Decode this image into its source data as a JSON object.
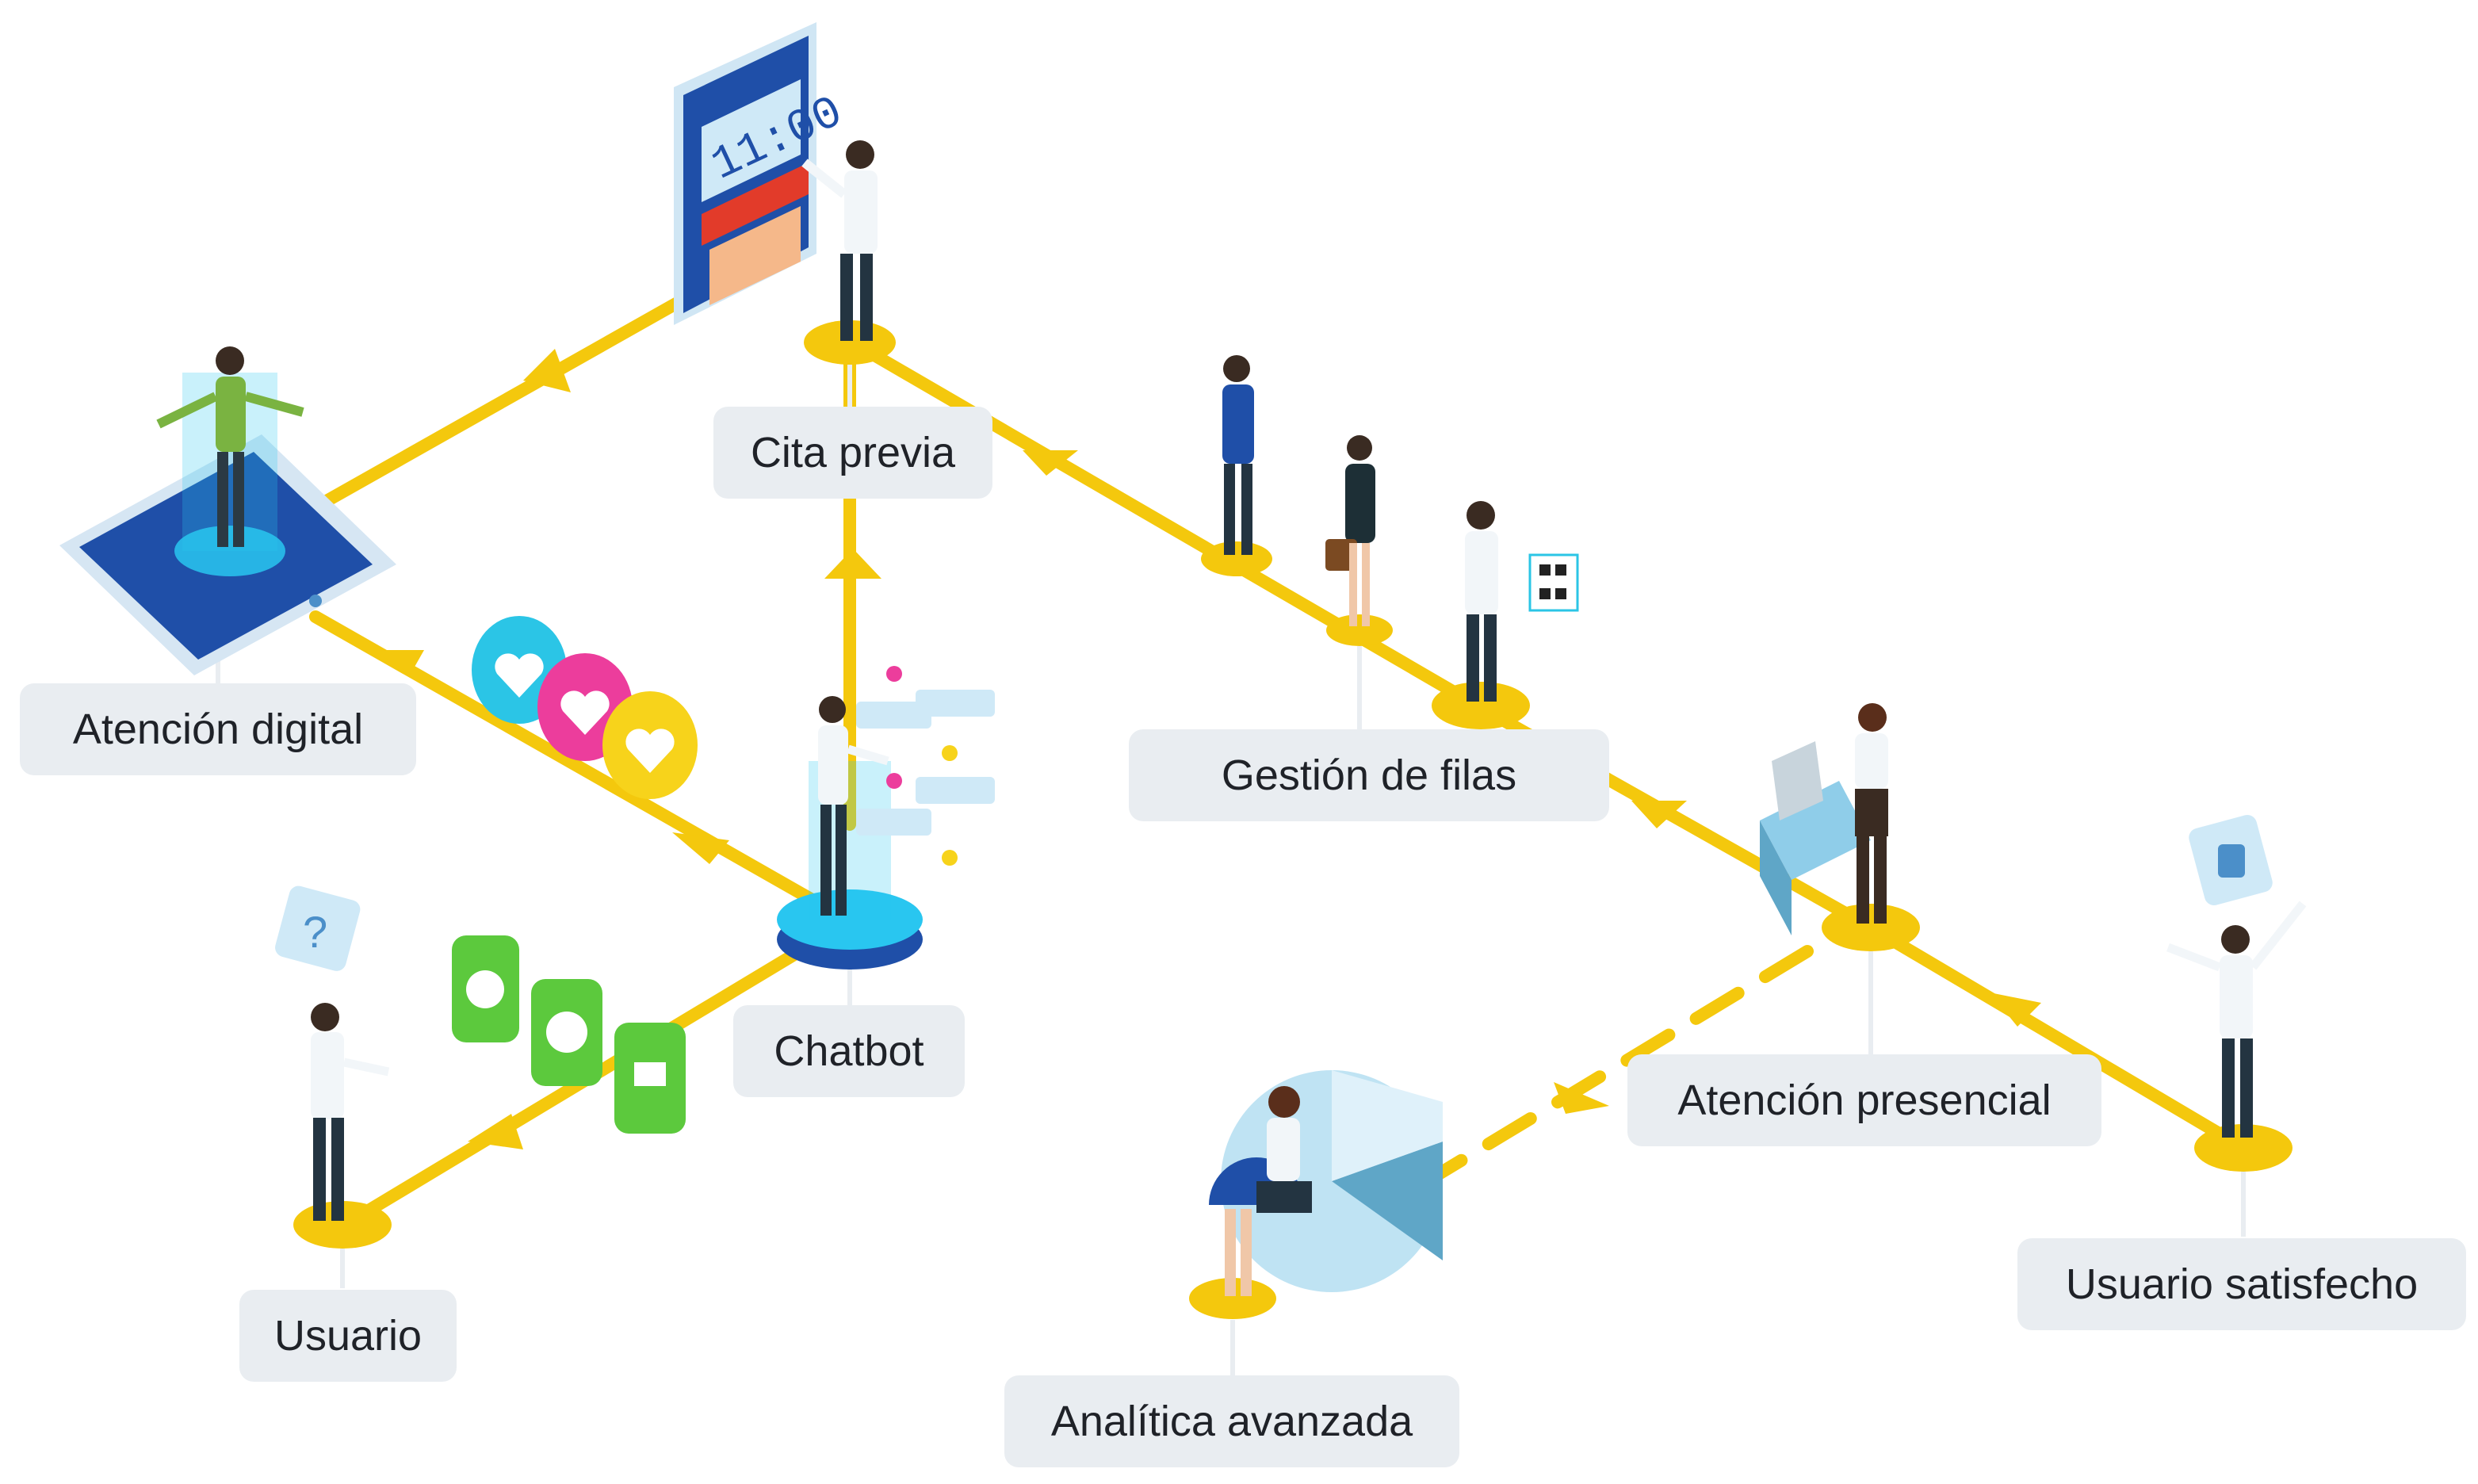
{
  "diagram": {
    "nodes": [
      {
        "id": "atencion_digital",
        "label": "Atención digital"
      },
      {
        "id": "cita_previa",
        "label": "Cita previa"
      },
      {
        "id": "gestion_filas",
        "label": "Gestión de filas"
      },
      {
        "id": "chatbot",
        "label": "Chatbot"
      },
      {
        "id": "usuario",
        "label": "Usuario"
      },
      {
        "id": "atencion_presencial",
        "label": "Atención presencial"
      },
      {
        "id": "usuario_satisfecho",
        "label": "Usuario satisfecho"
      },
      {
        "id": "analitica_avanzada",
        "label": "Analítica avanzada"
      }
    ],
    "edges": [
      {
        "from": "usuario",
        "to": "chatbot",
        "style": "solid"
      },
      {
        "from": "chatbot",
        "to": "atencion_digital",
        "style": "solid"
      },
      {
        "from": "chatbot",
        "to": "cita_previa",
        "style": "solid"
      },
      {
        "from": "atencion_digital",
        "to": "cita_previa",
        "style": "solid"
      },
      {
        "from": "cita_previa",
        "to": "gestion_filas",
        "style": "solid"
      },
      {
        "from": "gestion_filas",
        "to": "atencion_presencial",
        "style": "solid"
      },
      {
        "from": "atencion_presencial",
        "to": "usuario_satisfecho",
        "style": "solid"
      },
      {
        "from": "atencion_presencial",
        "to": "analitica_avanzada",
        "style": "dashed"
      }
    ],
    "colors": {
      "path": "#f4c80d",
      "label_bg": "#e9edf1",
      "tablet_blue": "#1f4fa8",
      "hologram": "#29c6f0",
      "heart_cyan": "#2bc5e6",
      "heart_pink": "#ec3d9c",
      "heart_yellow": "#f7d31b",
      "comm_green": "#5cc93d",
      "pie_light": "#bfe3f3",
      "pie_dark": "#5fa6c7"
    },
    "clock_display": "11:00"
  }
}
